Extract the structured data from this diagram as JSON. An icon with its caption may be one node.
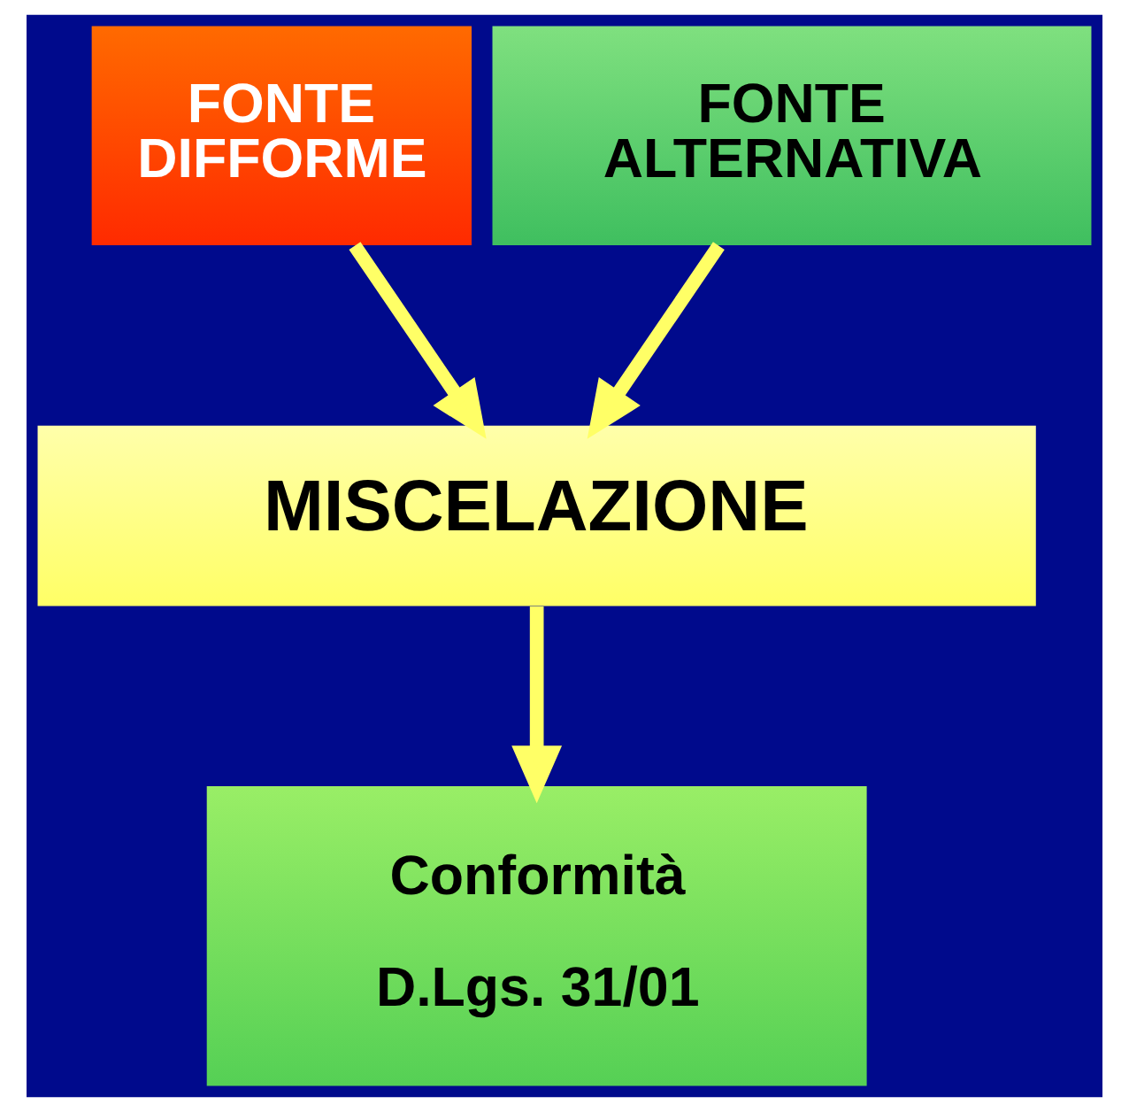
{
  "diagram": {
    "nodes": [
      {
        "text": [
          "FONTE DIFFORME"
        ]
      },
      {
        "text": [
          "FONTE ALTERNATIVA"
        ]
      },
      {
        "text": [
          "MISCELAZIONE"
        ]
      },
      {
        "text": [
          "Conformità",
          "D.Lgs. 31/01"
        ]
      }
    ],
    "edges": [
      {
        "from": 0,
        "to": 2,
        "arrow": "to"
      },
      {
        "from": 1,
        "to": 2,
        "arrow": "to"
      },
      {
        "from": 2,
        "to": 3,
        "arrow": "to"
      }
    ]
  }
}
